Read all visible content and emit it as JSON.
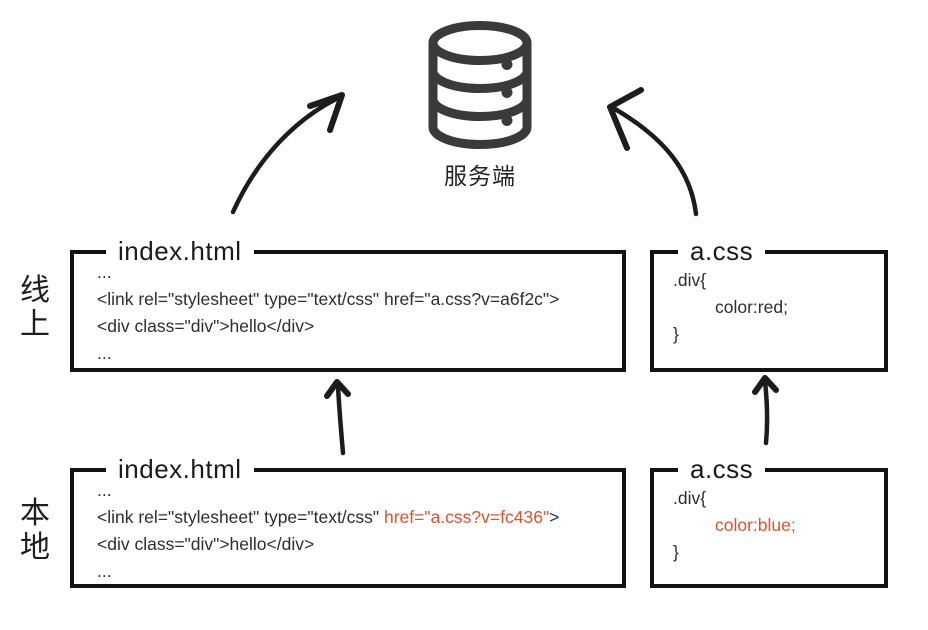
{
  "server": {
    "icon": "database-icon",
    "label": "服务端"
  },
  "row_labels": {
    "online": "线上",
    "local": "本地"
  },
  "colors": {
    "accent": "#e1502f",
    "ink": "#1c1c1c",
    "icon": "#3a3a3a"
  },
  "boxes": {
    "online_html": {
      "title": "index.html",
      "line1": "...",
      "line2": "<link rel=\"stylesheet\" type=\"text/css\" href=\"a.css?v=a6f2c\">",
      "line3": "<div class=\"div\">hello</div>",
      "line4": "..."
    },
    "online_css": {
      "title": "a.css",
      "line1": ".div{",
      "line2": "color:red;",
      "line3": "}"
    },
    "local_html": {
      "title": "index.html",
      "line1": "...",
      "line2_prefix": "<link rel=\"stylesheet\" type=\"text/css\" ",
      "line2_highlight": "href=\"a.css?v=fc436\"",
      "line2_suffix": ">",
      "line3": "<div class=\"div\">hello</div>",
      "line4": "..."
    },
    "local_css": {
      "title": "a.css",
      "line1": ".div{",
      "line2_highlight": "color:blue;",
      "line3": "}"
    }
  },
  "arrows": {
    "online_html_to_server": "arrow-online-html-to-server",
    "online_css_to_server": "arrow-online-css-to-server",
    "local_html_to_online_html": "arrow-local-html-to-online-html",
    "local_css_to_online_css": "arrow-local-css-to-online-css"
  }
}
